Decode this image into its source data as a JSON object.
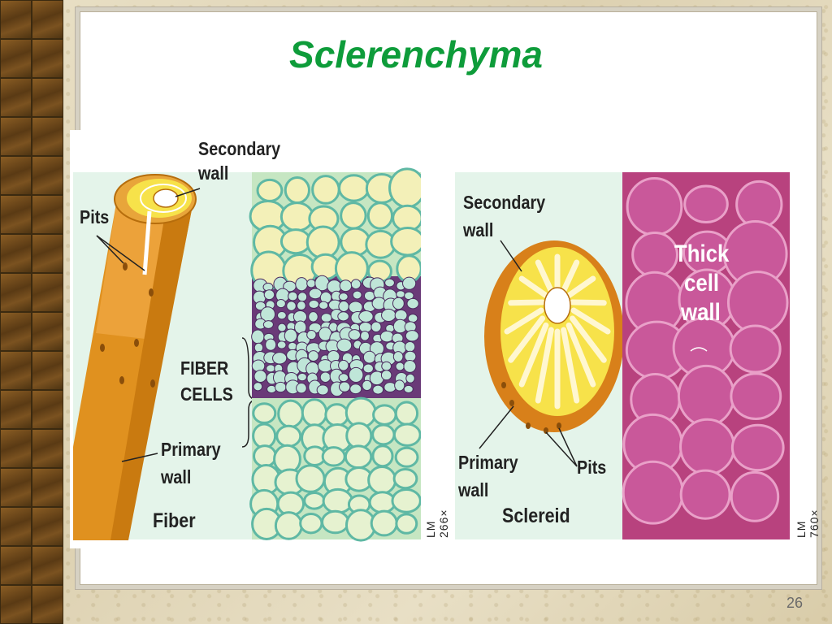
{
  "slide": {
    "title": "Sclerenchyma",
    "page_number": "26"
  },
  "fiber_figure": {
    "label_secondary_wall_1": "Secondary",
    "label_secondary_wall_2": "wall",
    "label_pits": "Pits",
    "label_fiber_cells_1": "FIBER",
    "label_fiber_cells_2": "CELLS",
    "label_primary_wall_1": "Primary",
    "label_primary_wall_2": "wall",
    "caption": "Fiber",
    "magnification": "LM  266×"
  },
  "sclereid_figure": {
    "label_secondary_wall_1": "Secondary",
    "label_secondary_wall_2": "wall",
    "label_primary_wall_1": "Primary",
    "label_primary_wall_2": "wall",
    "label_pits": "Pits",
    "caption": "Sclereid",
    "label_thick_1": "Thick",
    "label_thick_2": "cell",
    "label_thick_3": "wall",
    "magnification": "LM  760×"
  },
  "colors": {
    "title": "#0e9c3a",
    "fiber_orange": "#e0911f",
    "fiber_yellow": "#f7e24a",
    "micrograph_purple": "#6a3a78",
    "micrograph_teal": "#5fb8a4",
    "sclereid_pink": "#b8427e"
  }
}
